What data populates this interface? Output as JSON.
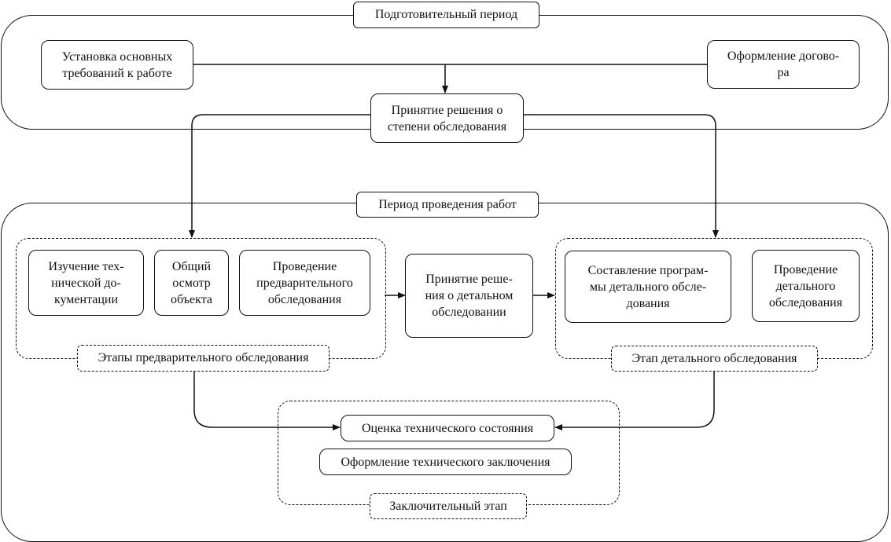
{
  "groups": {
    "preparatory": {
      "title": "Подготовительный период"
    },
    "work": {
      "title": "Период проведения работ"
    },
    "preliminary": {
      "title": "Этапы предварительного обследования"
    },
    "detailed": {
      "title": "Этап детального обследования"
    },
    "final": {
      "title": "Заключительный этап"
    }
  },
  "nodes": {
    "requirements": "Установка основных\nтребований к работе",
    "contract": "Оформление догово-\nра",
    "survey_decision": "Принятие решения о\nстепени обследования",
    "study_docs": "Изучение тех-\nнической до-\nкументации",
    "general_inspection": "Общий\nосмотр\nобъекта",
    "preliminary_survey": "Проведение\nпредварительного\nобследования",
    "detailed_decision": "Принятие реше-\nния о детальном\nобследовании",
    "program": "Составление програм-\nмы детального обсле-\nдования",
    "detailed_survey": "Проведение\nдетального\nобследования",
    "assessment": "Оценка технического состояния",
    "conclusion": "Оформление технического заключения"
  }
}
